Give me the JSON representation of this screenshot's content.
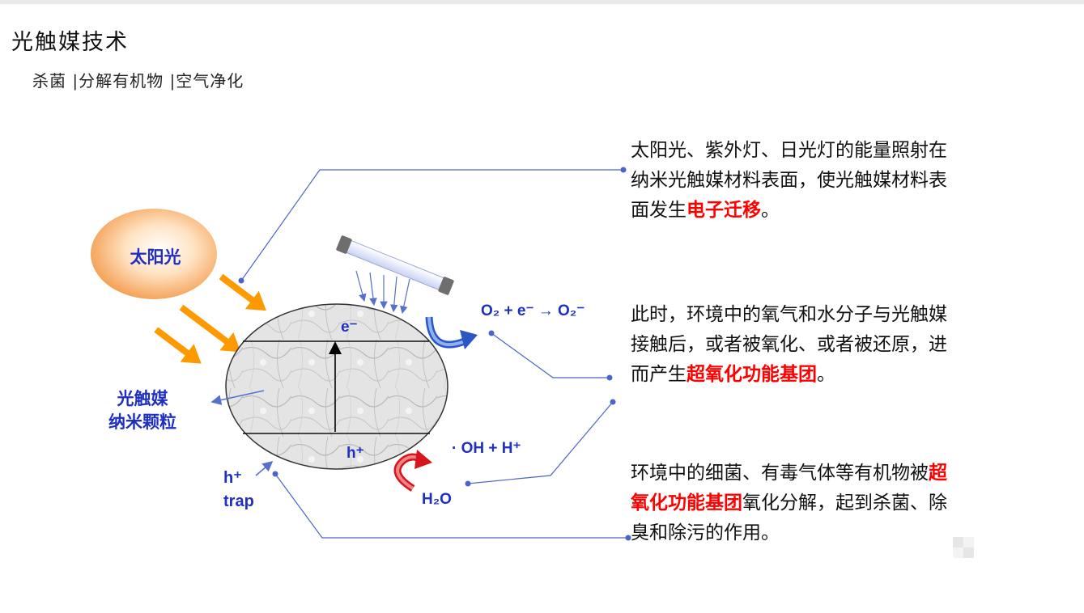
{
  "header": {
    "title": "光触媒技术",
    "subtitle": "杀菌 |分解有机物 |空气净化"
  },
  "diagram": {
    "sun_label": "太阳光",
    "particle_label_line1": "光触媒",
    "particle_label_line2": "纳米颗粒",
    "electron_label": "e⁻",
    "hole_label": "h⁺",
    "trap_label_line1": "h⁺",
    "trap_label_line2": "trap",
    "reduction_eq": "O₂ + e⁻ → O₂⁻",
    "oxidation_product": "· OH + H⁺",
    "water_label": "H₂O",
    "colors": {
      "label_blue": "#1f2fbf",
      "arrow_orange": "#ff9900",
      "highlight_red": "#ff0000",
      "leader_line": "#4e63c9"
    }
  },
  "descriptions": [
    {
      "pre": "太阳光、紫外灯、日光灯的能量照射在纳米光触媒材料表面，使光触媒材料表面发生",
      "highlight": "电子迁移",
      "post": "。"
    },
    {
      "pre": "此时，环境中的氧气和水分子与光触媒接触后，或者被氧化、或者被还原，进而产生",
      "highlight": "超氧化功能基团",
      "post": "。"
    },
    {
      "pre": "环境中的细菌、有毒气体等有机物被",
      "highlight": "超氧化功能基团",
      "post": "氧化分解，起到杀菌、除臭和除污的作用。"
    }
  ]
}
